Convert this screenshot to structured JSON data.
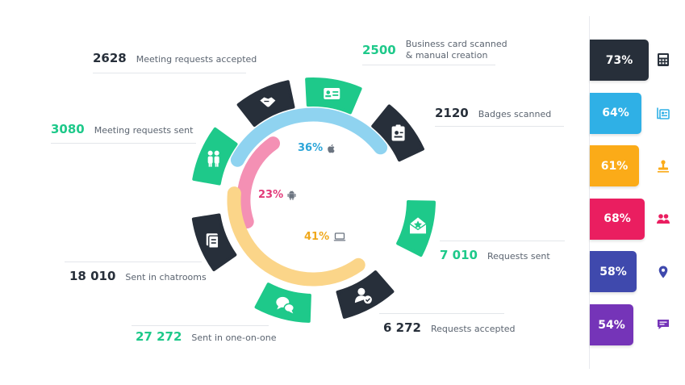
{
  "colors": {
    "green": "#1ec98a",
    "dark": "#272f3a",
    "ios_blue": "#8fd3f0",
    "android_pink": "#f490b4",
    "desktop_yellow": "#fbd589"
  },
  "stats": {
    "meeting_accepted": {
      "value": "2628",
      "label": "Meeting requests accepted"
    },
    "business_card": {
      "value": "2500",
      "label_line1": "Business card scanned",
      "label_line2": "& manual creation"
    },
    "badges": {
      "value": "2120",
      "label": "Badges scanned"
    },
    "meeting_sent": {
      "value": "3080",
      "label": "Meeting requests sent"
    },
    "requests_sent": {
      "value": "7 010",
      "label": "Requests sent"
    },
    "chatrooms": {
      "value": "18 010",
      "label": "Sent in chatrooms"
    },
    "requests_accepted": {
      "value": "6 272",
      "label": "Requests accepted"
    },
    "one_on_one": {
      "value": "27 272",
      "label": "Sent in one-on-one"
    }
  },
  "chart_data": [
    {
      "type": "pie",
      "categories": [
        "iOS",
        "Android",
        "Desktop"
      ],
      "values": [
        36,
        23,
        41
      ],
      "data_labels": [
        "36%",
        "23%",
        "41%"
      ],
      "colors": [
        "#8fd3f0",
        "#f490b4",
        "#fbd589"
      ],
      "label_colors": [
        "#2ca5d8",
        "#e23a79",
        "#f0a81c"
      ],
      "icons": [
        "apple-icon",
        "android-icon",
        "laptop-icon"
      ]
    },
    {
      "type": "bar",
      "orientation": "horizontal",
      "values": [
        73,
        64,
        61,
        68,
        58,
        54
      ],
      "data_labels": [
        "73%",
        "64%",
        "61%",
        "68%",
        "58%",
        "54%"
      ],
      "colors": [
        "#272f3a",
        "#2fb0e6",
        "#fbab18",
        "#ea1e60",
        "#3f49ad",
        "#7534b8"
      ],
      "icons": [
        "calculator-icon",
        "badge-icon",
        "stamp-icon",
        "users-icon",
        "map-pin-icon",
        "chat-icon"
      ],
      "xlim": [
        0,
        100
      ]
    }
  ]
}
